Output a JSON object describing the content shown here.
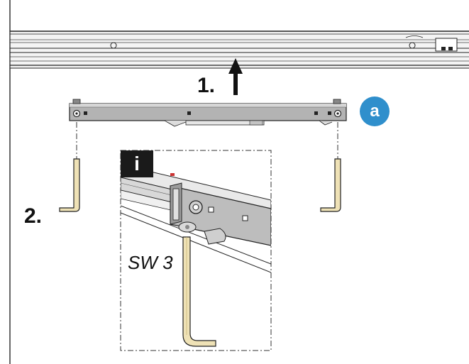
{
  "steps": {
    "step1": "1.",
    "step2": "2."
  },
  "badge": "a",
  "info_tag": "i",
  "tool_size": "SW 3",
  "colors": {
    "badge": "#2f8fcc",
    "rail": "#c9c9c9",
    "bar": "#b3b3b3",
    "hex_key": "#efe2b6",
    "line": "#1a1a1a"
  },
  "icons": [
    "arrow-up-icon",
    "hex-key-icon",
    "info-icon"
  ]
}
